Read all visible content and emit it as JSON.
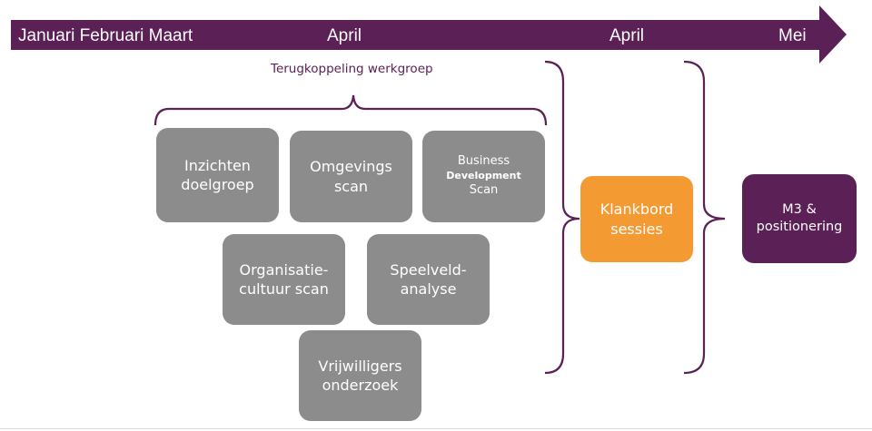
{
  "timeline": {
    "months_left": "Januari Februari Maart",
    "april_1": "April",
    "april_2": "April",
    "mei": "Mei"
  },
  "feedback_label": "Terugkoppeling werkgroep",
  "boxes": {
    "inzichten": [
      "Inzichten",
      "doelgroep"
    ],
    "omgevings": [
      "Omgevings",
      "scan"
    ],
    "business": [
      "Business",
      "Development",
      "Scan"
    ],
    "organisatie": [
      "Organisatie-",
      "cultuur scan"
    ],
    "speelveld": [
      "Speelveld-",
      "analyse"
    ],
    "vrijwilligers": [
      "Vrijwilligers",
      "onderzoek"
    ],
    "klankbord": [
      "Klankbord",
      "sessies"
    ],
    "m3": [
      "M3 &",
      "positionering"
    ]
  },
  "colors": {
    "purple": "#5b2055",
    "grey": "#8c8c8c",
    "orange": "#f39a33"
  }
}
